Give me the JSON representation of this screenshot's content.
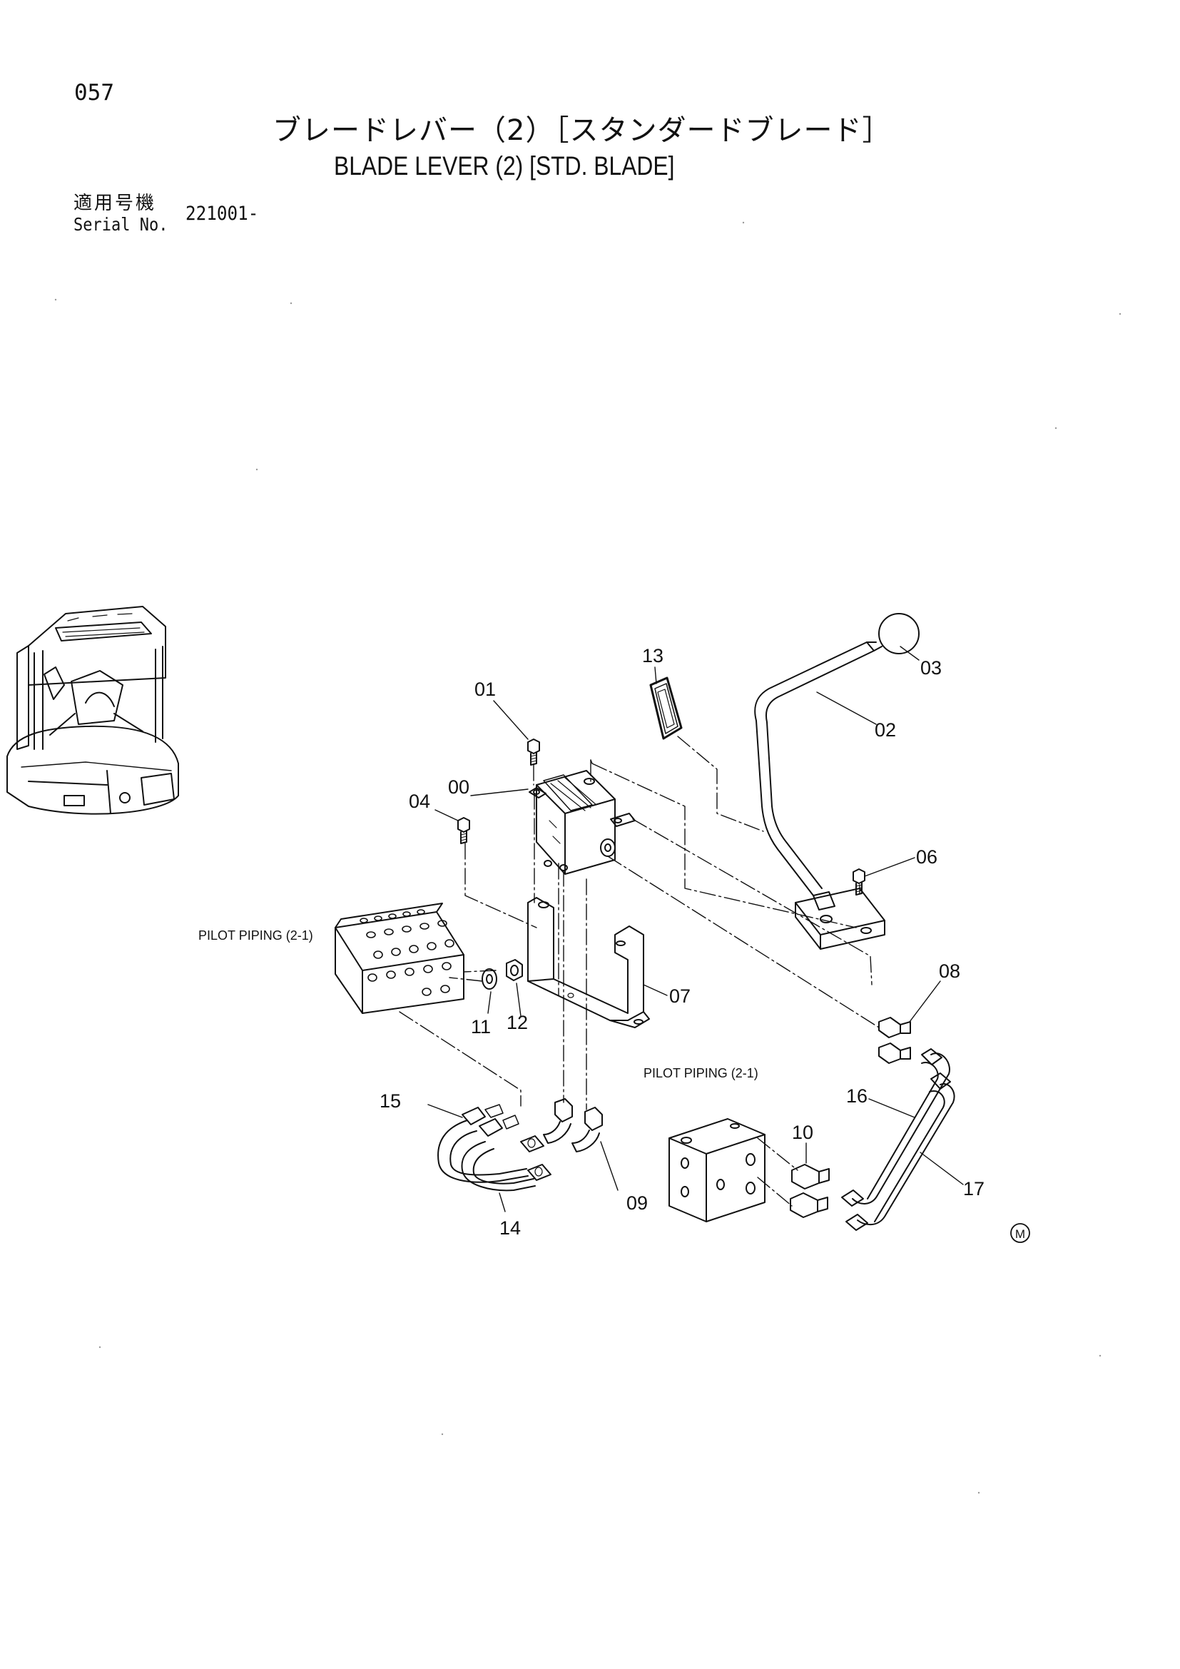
{
  "page": {
    "number": "057"
  },
  "title": {
    "japanese": "ブレードレバー（2）［スタンダードブレード］",
    "english": "BLADE LEVER (2) [STD. BLADE]"
  },
  "serial": {
    "label_japanese": "適用号機",
    "label_english": "Serial No.",
    "value": "221001-"
  },
  "notes": {
    "pilot_piping_left": "PILOT PIPING (2-1)",
    "pilot_piping_right": "PILOT PIPING (2-1)"
  },
  "callouts": [
    "00",
    "01",
    "02",
    "03",
    "04",
    "06",
    "07",
    "08",
    "09",
    "10",
    "11",
    "12",
    "13",
    "14",
    "15",
    "16",
    "17"
  ],
  "mark": "M"
}
